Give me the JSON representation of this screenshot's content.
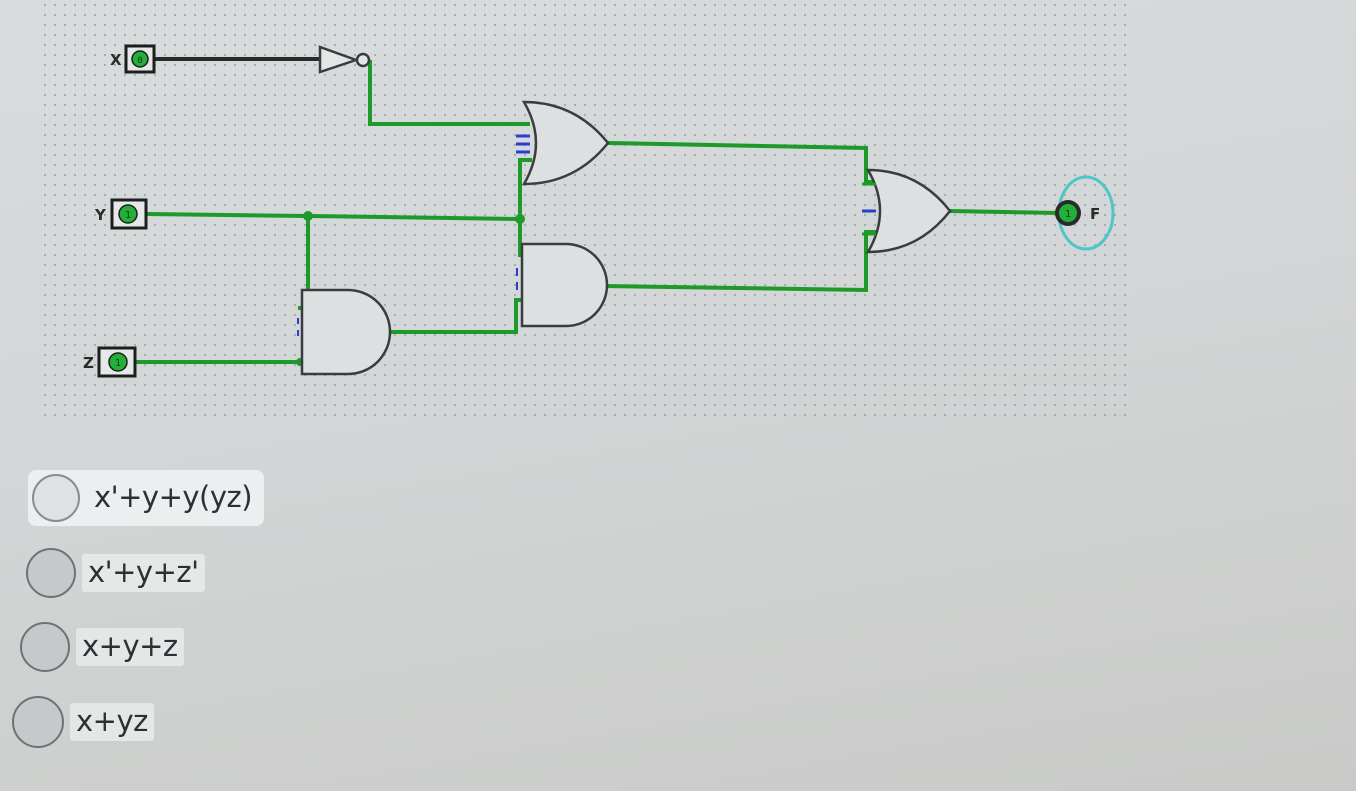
{
  "circuit": {
    "inputs": [
      {
        "label": "X",
        "value": "0"
      },
      {
        "label": "Y",
        "value": "1"
      },
      {
        "label": "Z",
        "value": "1"
      }
    ],
    "output": {
      "label": "F",
      "value": "1"
    },
    "gates": [
      "NOT",
      "OR",
      "AND",
      "AND",
      "OR"
    ]
  },
  "options": [
    {
      "label": "x'+y+y(yz)"
    },
    {
      "label": "x'+y+z'"
    },
    {
      "label": "x+y+z"
    },
    {
      "label": "x+yz"
    }
  ],
  "colors": {
    "wire_active": "#1d9a2a",
    "wire_inactive": "#2a2a2a",
    "gate_stroke": "#3a3d40",
    "pin_fill": "#22b03a",
    "output_highlight": "#4fc6c6",
    "input_marker": "#2a3ed0"
  }
}
